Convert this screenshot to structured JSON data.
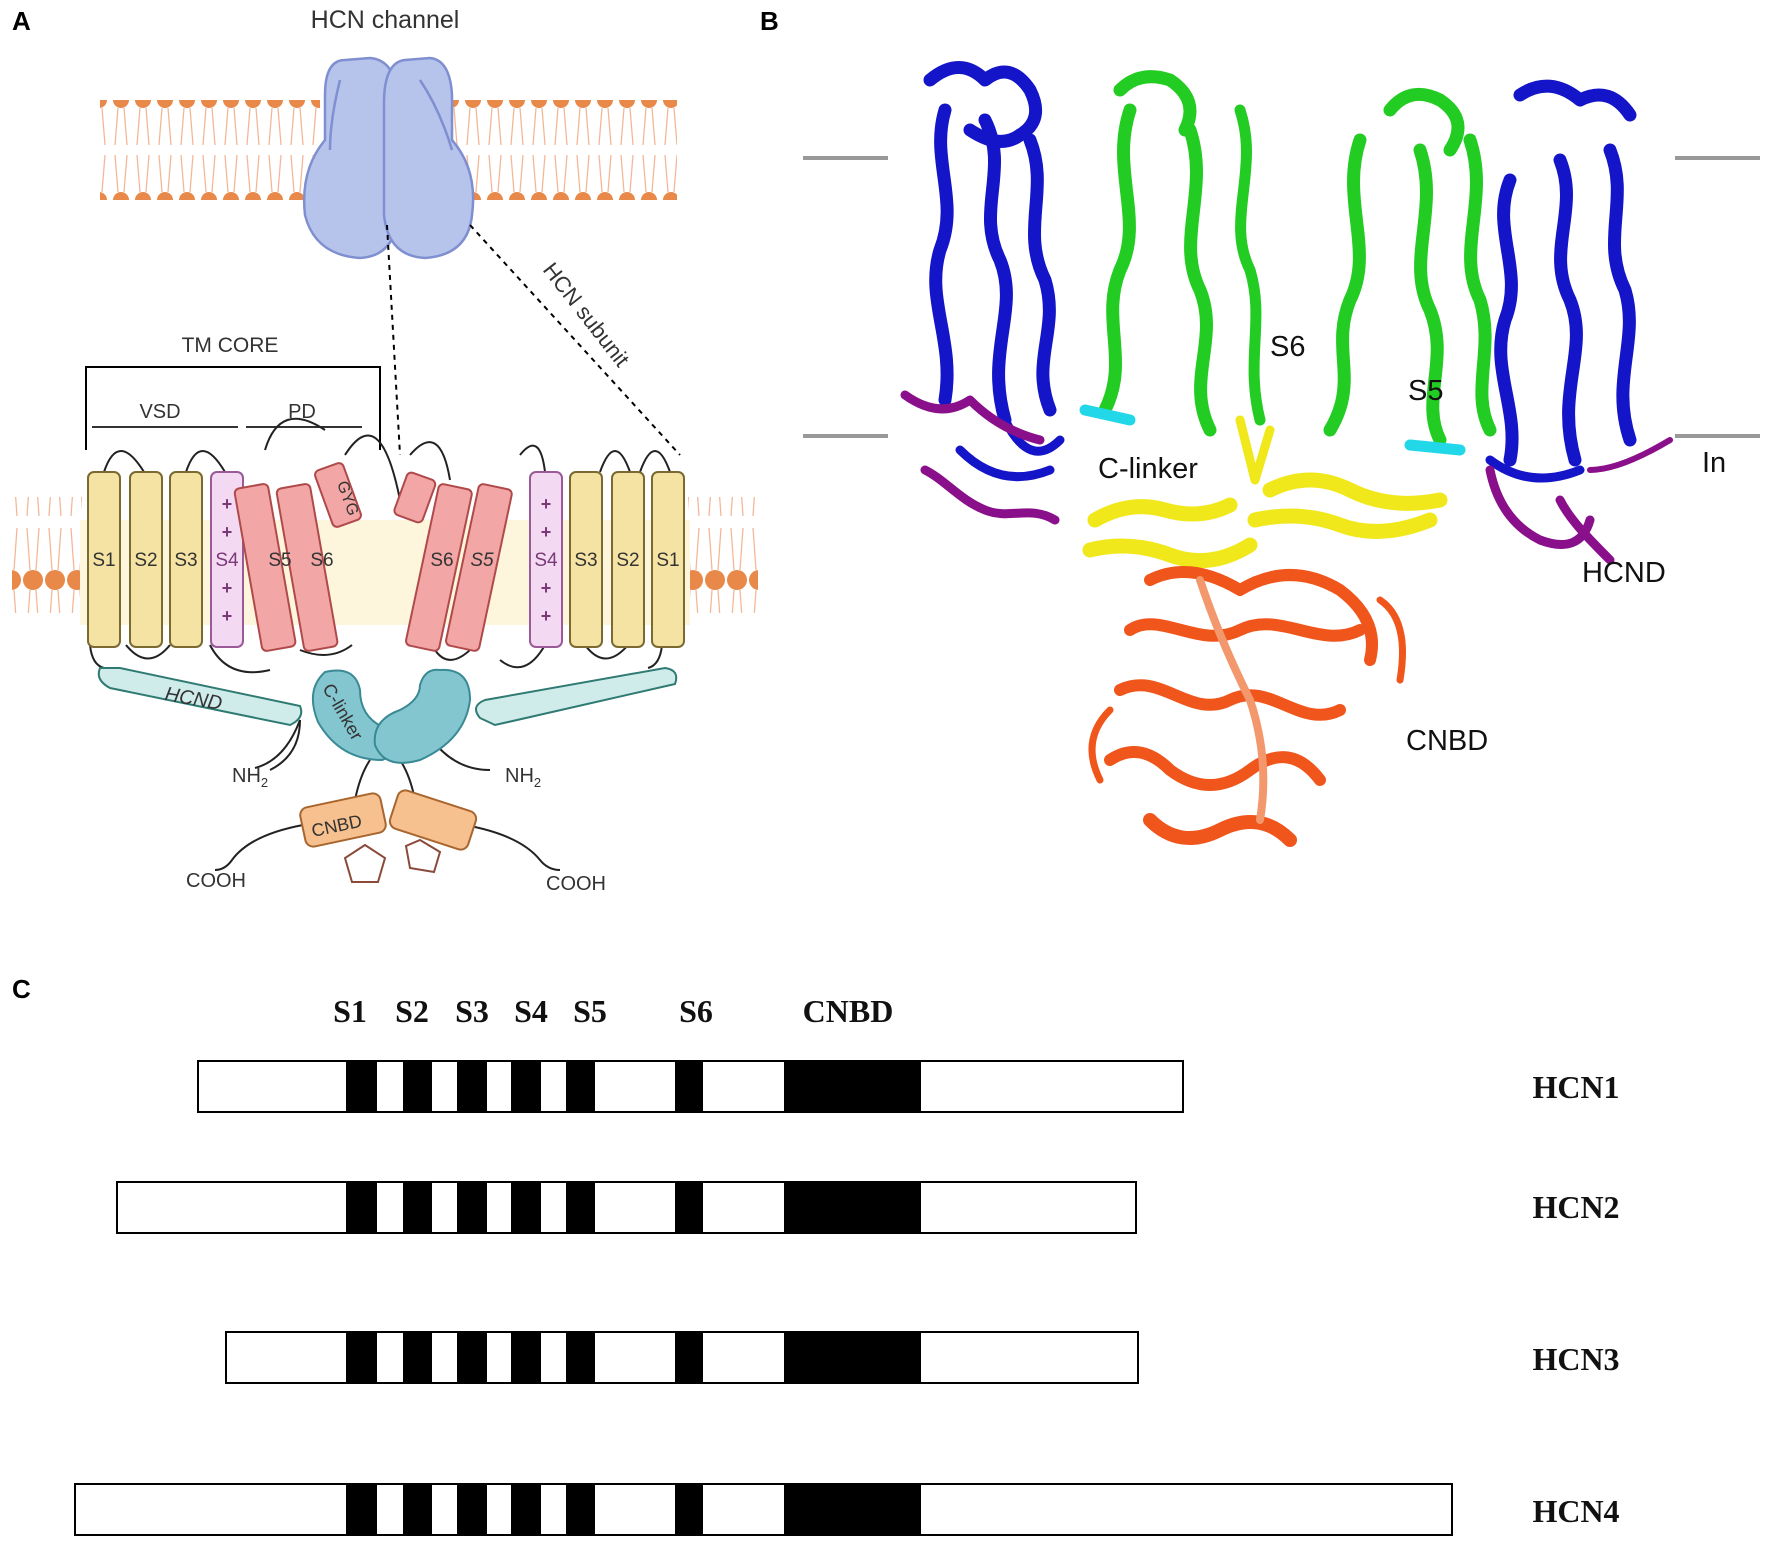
{
  "panels": {
    "a": {
      "letter": "A"
    },
    "b": {
      "letter": "B"
    },
    "c": {
      "letter": "C"
    }
  },
  "panel_a": {
    "title": "HCN channel",
    "tm_core": "TM CORE",
    "vsd": "VSD",
    "pd": "PD",
    "subunit": "HCN subunit",
    "gyg": "GYG",
    "segments_left": [
      "S1",
      "S2",
      "S3",
      "S4",
      "S5",
      "S6"
    ],
    "segments_right": [
      "S6",
      "S5",
      "S4",
      "S3",
      "S2",
      "S1"
    ],
    "plus": "+",
    "hcnd": "HCND",
    "clinker": "C-linker",
    "nh2": "NH",
    "nh2_sub": "2",
    "cnbd": "CNBD",
    "cooh": "COOH",
    "colors": {
      "lipid_head": "#e8894a",
      "vsd": "#f5e3a3",
      "s4": "#f4d9f2",
      "pore": "#f2a6a6",
      "channel": "#b6c4ec",
      "hcnd": "#cfeceb",
      "clinker": "#84c6cf",
      "cnbd": "#f6c08f"
    }
  },
  "panel_b": {
    "labels": {
      "s6": "S6",
      "s5": "S5",
      "clinker": "C-linker",
      "in": "In",
      "hcnd": "HCND",
      "cnbd": "CNBD"
    },
    "colors": {
      "vsd": "#1414c8",
      "pore": "#22cc22",
      "clinker": "#f0e81a",
      "cnbd": "#f0561c",
      "hcnd": "#8a0f8a",
      "linker": "#22d8e8"
    }
  },
  "panel_c": {
    "headers": [
      "S1",
      "S2",
      "S3",
      "S4",
      "S5",
      "S6",
      "CNBD"
    ],
    "isoforms": [
      "HCN1",
      "HCN2",
      "HCN3",
      "HCN4"
    ]
  }
}
